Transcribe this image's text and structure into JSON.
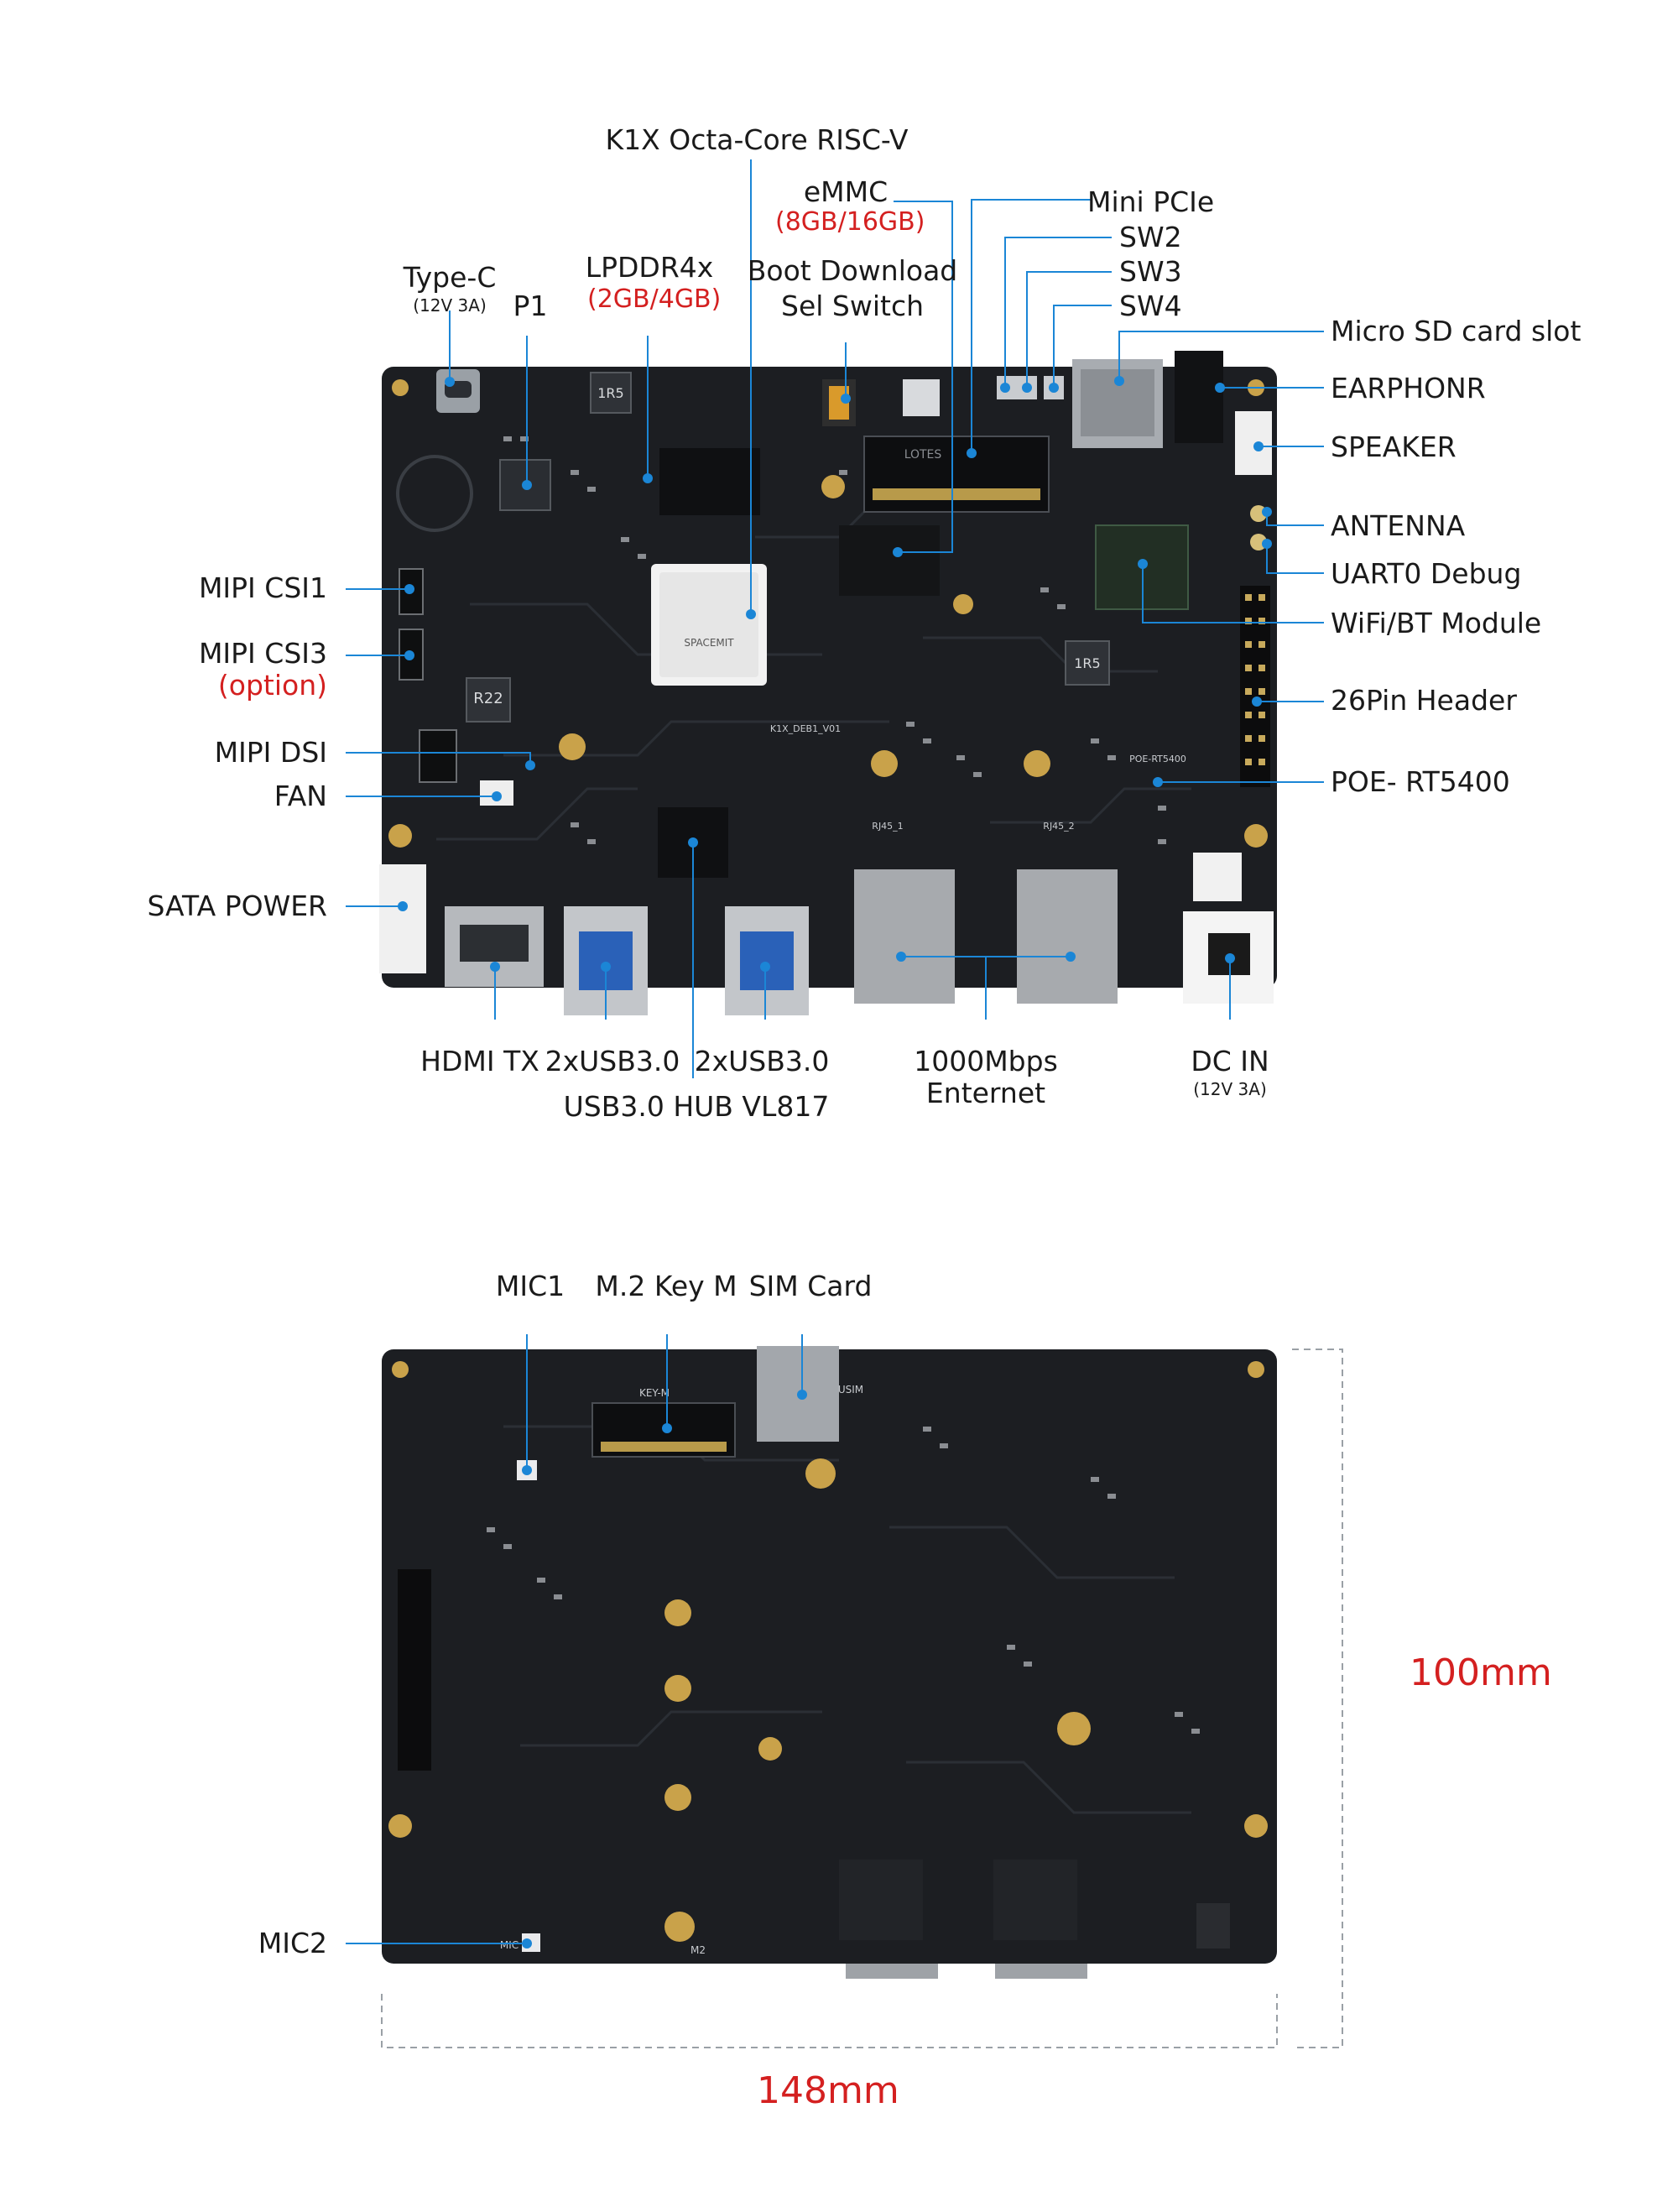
{
  "colors": {
    "leader": "#1b86d6",
    "board": "#1c1e22",
    "highlight": "#d42020"
  },
  "top_board": {
    "labels": {
      "k1x": "K1X Octa-Core RISC-V",
      "emmc": "eMMC",
      "emmc_size": "(8GB/16GB)",
      "mini_pcie": "Mini PCIe",
      "sw2": "SW2",
      "sw3": "SW3",
      "sw4": "SW4",
      "typec": "Type-C",
      "typec_power": "(12V 3A)",
      "p1": "P1",
      "lpddr": "LPDDR4x",
      "lpddr_size": "(2GB/4GB)",
      "boot_line1": "Boot Download",
      "boot_line2": "Sel Switch",
      "microsd": "Micro SD card slot",
      "earphone": "EARPHONR",
      "speaker": "SPEAKER",
      "antenna": "ANTENNA",
      "uart": "UART0 Debug",
      "wifi": "WiFi/BT Module",
      "header26": "26Pin Header",
      "poe": "POE- RT5400",
      "csi1": "MIPI CSI1",
      "csi3": "MIPI CSI3",
      "csi3_opt": "(option)",
      "dsi": "MIPI DSI",
      "fan": "FAN",
      "sata": "SATA POWER",
      "hdmi": "HDMI TX",
      "usb_a": "2xUSB3.0",
      "usb_b": "2xUSB3.0",
      "usb_hub": "USB3.0 HUB VL817",
      "eth_line1": "1000Mbps",
      "eth_line2": "Enternet",
      "dcin": "DC IN",
      "dcin_power": "(12V 3A)"
    },
    "silkscreen": {
      "chip_brand": "SPACEMIT",
      "board_id": "K1X_DEB1_V01",
      "r22": "R22",
      "ind1": "1R5",
      "ind2": "1R5",
      "rj45_1": "RJ45_1",
      "rj45_2": "RJ45_2",
      "poe_mark": "POE-RT5400",
      "minipcie_mark": "LOTES"
    }
  },
  "bottom_board": {
    "labels": {
      "mic1": "MIC1",
      "m2": "M.2 Key M",
      "sim": "SIM Card",
      "mic2": "MIC2"
    },
    "silkscreen": {
      "keym": "KEY-M",
      "usim": "USIM",
      "mic": "MIC",
      "m2mark": "M2"
    },
    "dimensions": {
      "height": "100mm",
      "width": "148mm"
    }
  }
}
